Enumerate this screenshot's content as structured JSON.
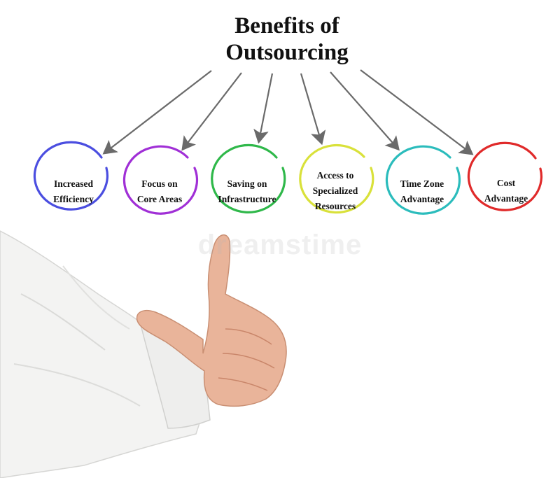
{
  "title": {
    "line1": "Benefits of",
    "line2": "Outsourcing"
  },
  "nodes": [
    {
      "line1": "Increased",
      "line2": "Efficiency",
      "line3": "",
      "color": "#4b4ee0",
      "icon": "circle-outline"
    },
    {
      "line1": "Focus on",
      "line2": "Core Areas",
      "line3": "",
      "color": "#a02fd6",
      "icon": "circle-outline"
    },
    {
      "line1": "Saving on",
      "line2": "Infrastructure",
      "line3": "",
      "color": "#2fb84a",
      "icon": "circle-outline"
    },
    {
      "line1": "Access to",
      "line2": "Specialized",
      "line3": "Resources",
      "color": "#d9e13a",
      "icon": "circle-outline"
    },
    {
      "line1": "Time Zone",
      "line2": "Advantage",
      "line3": "",
      "color": "#2bbcbc",
      "icon": "circle-outline"
    },
    {
      "line1": "Cost",
      "line2": "Advantage",
      "line3": "",
      "color": "#e02a2a",
      "icon": "circle-outline"
    }
  ],
  "arrow_color": "#6a6a6a",
  "watermark": "dreamstime"
}
